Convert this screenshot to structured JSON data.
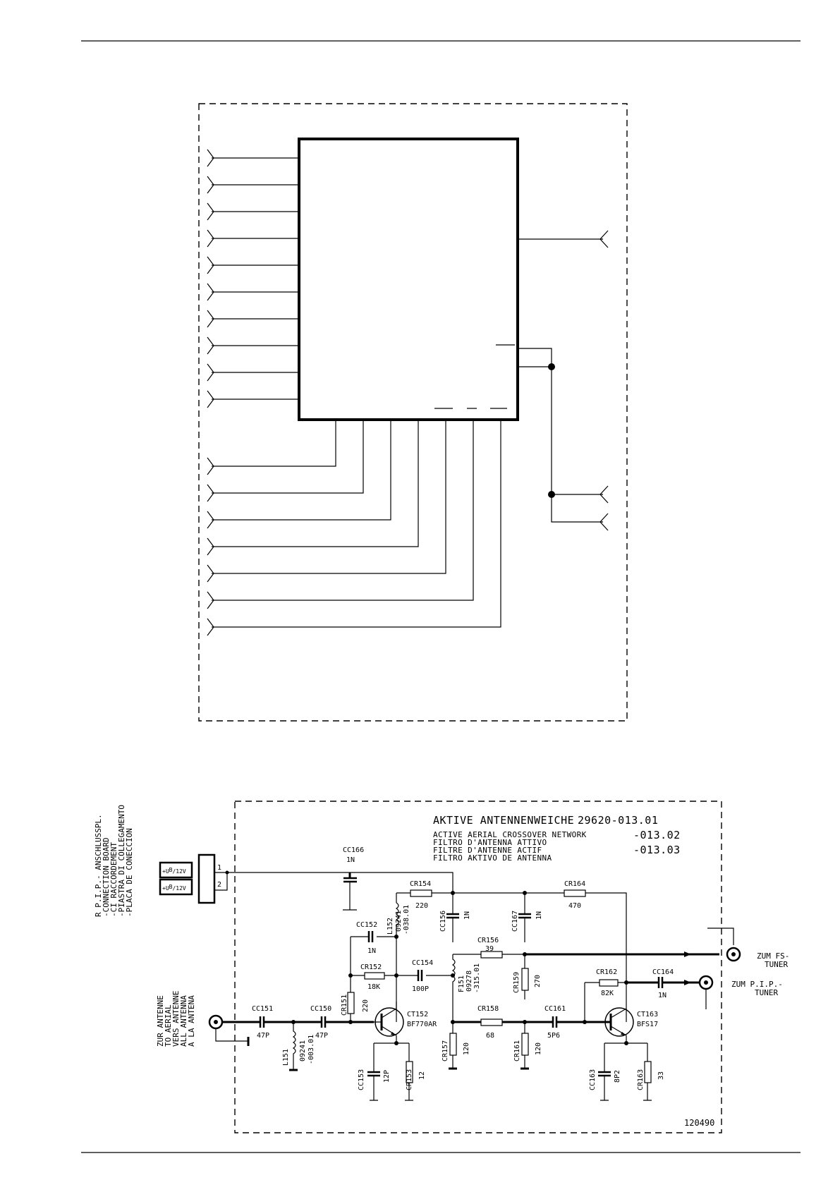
{
  "header": {
    "rule": "top-rule"
  },
  "ic_block": {
    "left_pins": 10,
    "bottom_pins": 7,
    "right_pins": 3
  },
  "crossover": {
    "title": "AKTIVE ANTENNENWEICHE",
    "part_main": "29620-013.01",
    "subtitles": [
      "ACTIVE AERIAL CROSSOVER NETWORK",
      "FILTRO D'ANTENNA ATTIVO",
      "FILTRE D'ANTENNE ACTIF",
      "FILTRO AKTIVO DE ANTENNA"
    ],
    "part_variants": [
      "-013.02",
      "-013.03"
    ],
    "drawing_number": "120490",
    "connector_caption": [
      "R P.I.P.- ANSCHLUSSPL.",
      "-CONNECTION BOARD",
      "-CI RACCORDEMENT",
      "-PIASTRA DI COLLEGAMENTO",
      "-PLACA DE CONECCION"
    ],
    "connector_pins": [
      "1",
      "2"
    ],
    "supply_1": "+U",
    "supply_sub": "B",
    "supply_val": "/12V",
    "antenna_caption": [
      "ZUR ANTENNE",
      "TO AERIAL",
      "VERS ANTENNE",
      "ALL ANTENNA",
      "A LA ANTENA"
    ],
    "output_fs": [
      "ZUM FS-",
      "TUNER"
    ],
    "output_pip": [
      "ZUM P.I.P.-",
      "TUNER"
    ],
    "components": {
      "CC166": {
        "ref": "CC166",
        "val": "1N"
      },
      "CR154": {
        "ref": "CR154",
        "val": "220"
      },
      "CR164": {
        "ref": "CR164",
        "val": "470"
      },
      "L152": {
        "ref": "L152",
        "val": "09241",
        "val2": "-038.01"
      },
      "CC156": {
        "ref": "CC156",
        "val": "1N"
      },
      "CC167": {
        "ref": "CC167",
        "val": "1N"
      },
      "CC152": {
        "ref": "CC152",
        "val": "1N"
      },
      "CR156": {
        "ref": "CR156",
        "val": "39"
      },
      "CR152": {
        "ref": "CR152",
        "val": "18K"
      },
      "CC154": {
        "ref": "CC154",
        "val": "100P"
      },
      "F151": {
        "ref": "F151",
        "val": "09278",
        "val2": "-315.01"
      },
      "CR159": {
        "ref": "CR159",
        "val": "270"
      },
      "CR162": {
        "ref": "CR162",
        "val": "82K"
      },
      "CC164": {
        "ref": "CC164",
        "val": "1N"
      },
      "CC151": {
        "ref": "CC151",
        "val": "47P"
      },
      "CC150": {
        "ref": "CC150",
        "val": "47P"
      },
      "CR151": {
        "ref": "CR151",
        "val": "220"
      },
      "CT152": {
        "ref": "CT152",
        "val": "BF770AR"
      },
      "CR158": {
        "ref": "CR158",
        "val": "68"
      },
      "CC161": {
        "ref": "CC161",
        "val": "5P6"
      },
      "CT163": {
        "ref": "CT163",
        "val": "BFS17"
      },
      "L151": {
        "ref": "L151",
        "val": "09241",
        "val2": "-003.01"
      },
      "CR157": {
        "ref": "CR157",
        "val": "120"
      },
      "CR161": {
        "ref": "CR161",
        "val": "120"
      },
      "CC153": {
        "ref": "CC153",
        "val": "12P"
      },
      "CR153": {
        "ref": "CR153",
        "val": "12"
      },
      "CC163": {
        "ref": "CC163",
        "val": "8P2"
      },
      "CR163": {
        "ref": "CR163",
        "val": "33"
      }
    }
  }
}
